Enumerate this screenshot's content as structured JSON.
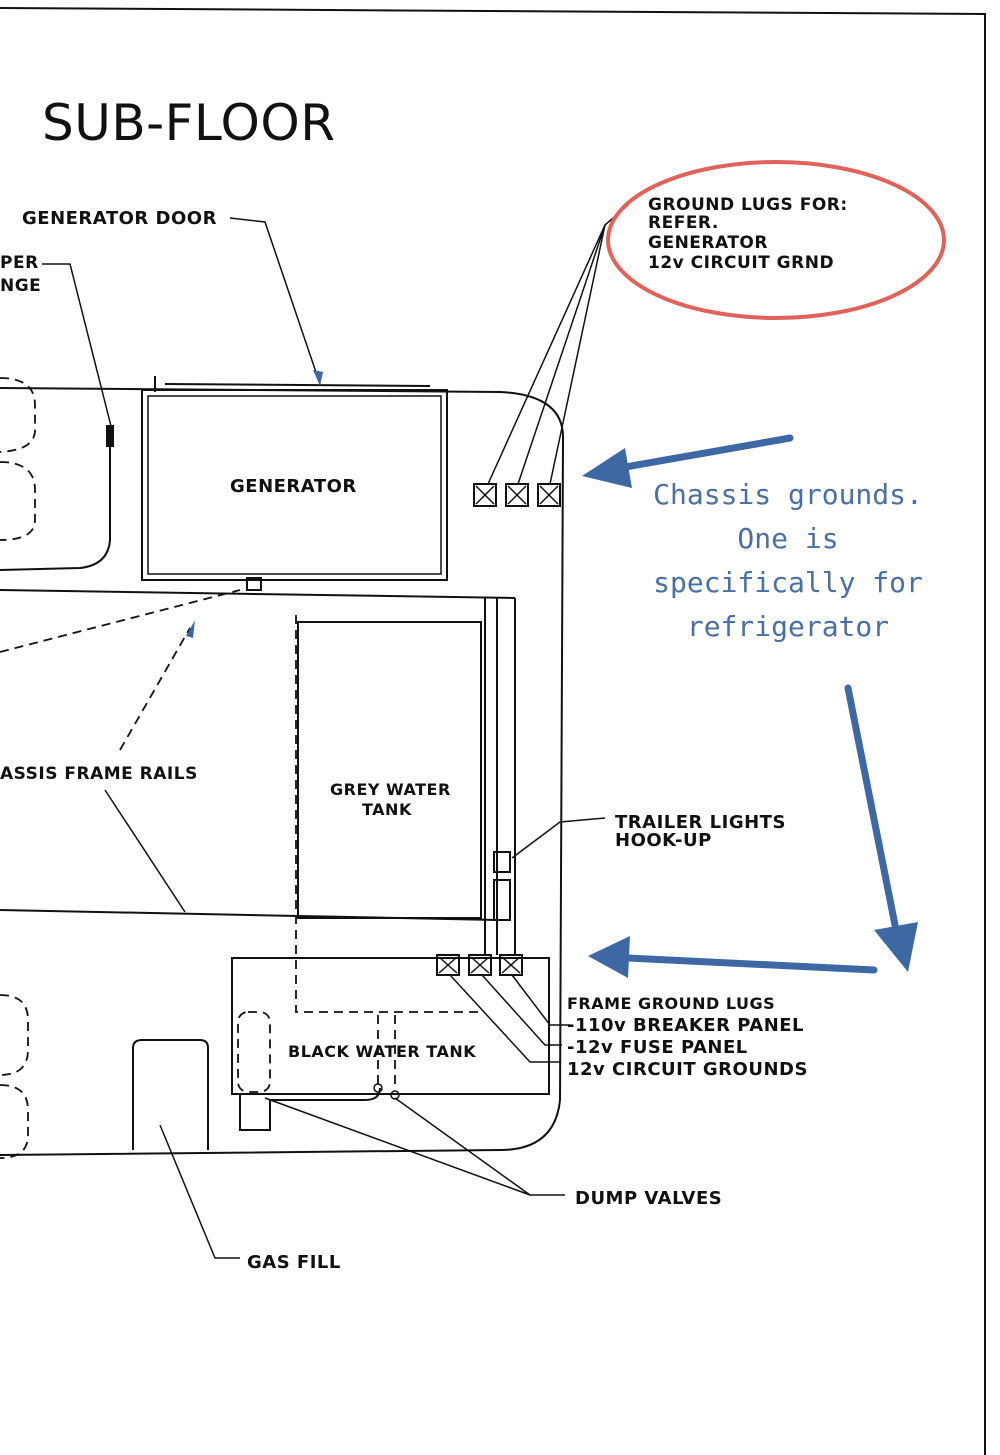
{
  "title": "SUB-FLOOR",
  "labels": {
    "generator_door": "GENERATOR DOOR",
    "bumper_l1": "PER",
    "bumper_l2": "NGE",
    "generator": "GENERATOR",
    "ground_lugs_1": "GROUND LUGS FOR:",
    "ground_lugs_2": "REFER.",
    "ground_lugs_3": "GENERATOR",
    "ground_lugs_4": "12v CIRCUIT GRND",
    "chassis_frame_rails": "ASSIS FRAME RAILS",
    "grey_water_1": "GREY WATER",
    "grey_water_2": "TANK",
    "trailer_lights_1": "TRAILER LIGHTS",
    "trailer_lights_2": "HOOK-UP",
    "black_water": "BLACK WATER TANK",
    "frame_ground_1": "FRAME GROUND LUGS",
    "frame_ground_2": "-110v BREAKER PANEL",
    "frame_ground_3": "-12v FUSE PANEL",
    "frame_ground_4": "12v CIRCUIT GROUNDS",
    "dump_valves": "DUMP VALVES",
    "gas_fill": "GAS FILL"
  },
  "annotation": {
    "line1": "Chassis grounds.",
    "line2": "One is",
    "line3": "specifically for",
    "line4": "refrigerator",
    "arrow_color": "#3d68a4",
    "circle_color": "#e0625a"
  }
}
